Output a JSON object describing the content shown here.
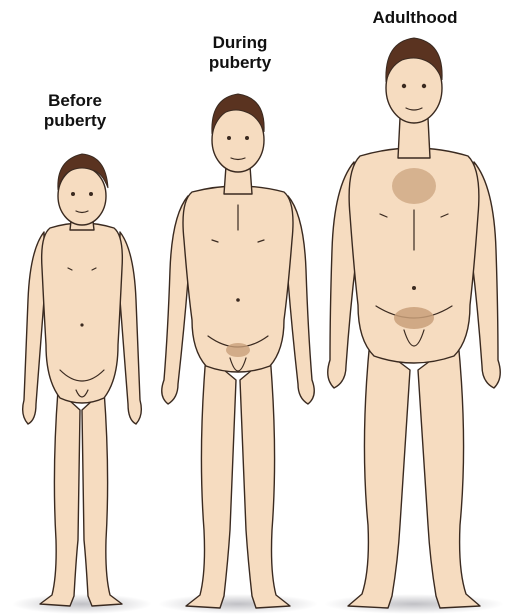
{
  "stages": [
    {
      "id": "before",
      "label": "Before\npuberty"
    },
    {
      "id": "during",
      "label": "During\npuberty"
    },
    {
      "id": "adult",
      "label": "Adulthood"
    }
  ],
  "colors": {
    "skin": "#f6dcc0",
    "skin_shade": "#e7bf9b",
    "outline": "#3a2a20",
    "hair": "#5a3320",
    "body_hair": "#b78f66",
    "shadow": "#9a9aa0",
    "label_text": "#111111"
  }
}
